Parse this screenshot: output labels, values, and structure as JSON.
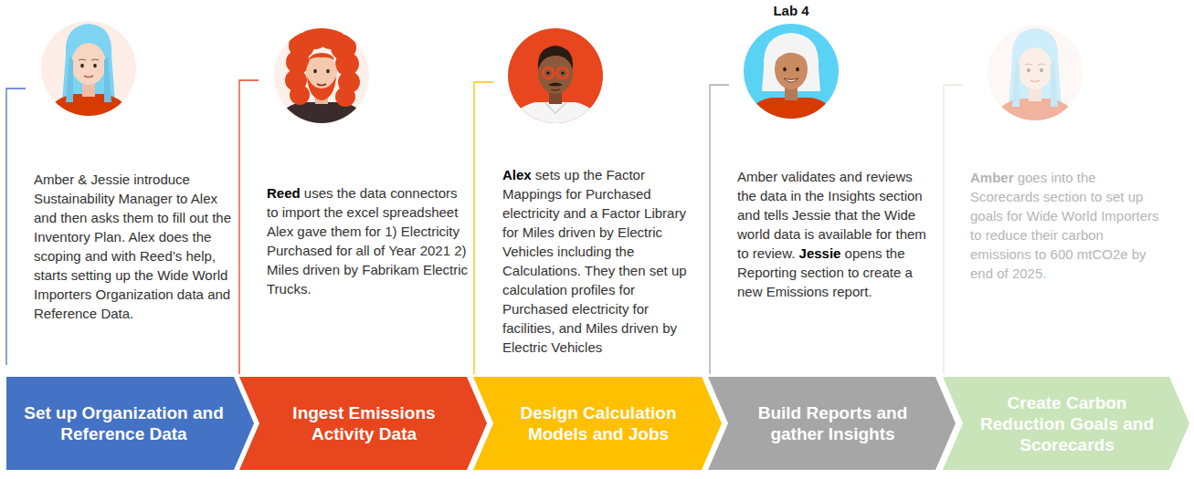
{
  "diagram": {
    "nodes": [
      {
        "text": [
          "Set up Organization and Reference Data"
        ]
      },
      {
        "text": [
          "Ingest Emissions Activity Data"
        ]
      },
      {
        "text": [
          "Design Calculation Models and Jobs"
        ]
      },
      {
        "text": [
          "Build Reports and gather Insights"
        ]
      },
      {
        "text": [
          "Create Carbon Reduction Goals and Scorecards"
        ]
      }
    ],
    "labels": [
      "Amber & Jessie introduce Sustainability Manager to Alex and then asks them to fill out the Inventory Plan. Alex does the scoping and with Reed’s help, starts setting up the Wide World Importers Organization data and Reference Data.",
      "Reed uses the data connectors to import the excel spreadsheet Alex gave them for 1) Electricity Purchased for all of Year 2021 2) Miles driven by Fabrikam Electric Trucks.",
      "Alex sets up the Factor Mappings for Purchased electricity and a Factor Library for Miles driven by Electric Vehicles including the Calculations. They then set up calculation profiles for Purchased electricity for facilities, and Miles driven by Electric Vehicles",
      "Lab 4",
      "Amber validates and reviews the data in the Insights section and tells Jessie that the Wide world data is available for them to review. Jessie opens the Reporting section to create a new Emissions report.",
      "Amber goes into the Scorecards section to set up goals for Wide World Importers to reduce their carbon emissions to 600 mtCO2e by end of 2025."
    ]
  }
}
